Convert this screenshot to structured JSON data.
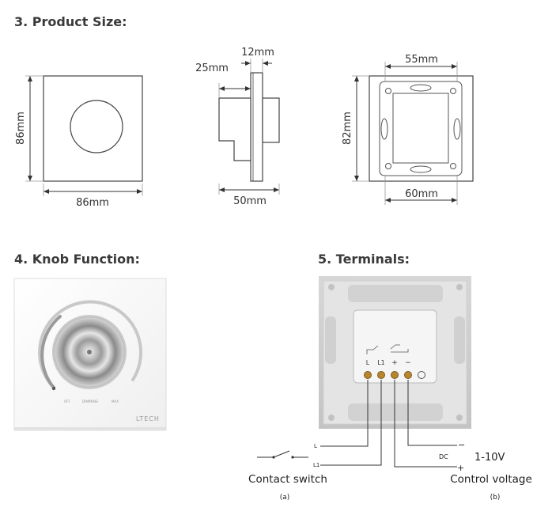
{
  "sections": {
    "product_size": "3. Product Size:",
    "knob_function": "4. Knob Function:",
    "terminals": "5. Terminals:"
  },
  "front_view": {
    "height": "86mm",
    "width": "86mm"
  },
  "side_view": {
    "depth_back": "25mm",
    "depth_plate": "12mm",
    "width": "50mm"
  },
  "back_view": {
    "top_width": "55mm",
    "height": "82mm",
    "bottom_width": "60mm"
  },
  "knob_panel": {
    "off": "OFF",
    "dimming": "DIMMING",
    "max": "MAX",
    "brand": "LTECH"
  },
  "terminal_block": {
    "t_l": "L",
    "t_l1": "L1",
    "t_plus": "+",
    "t_minus": "−"
  },
  "wiring": {
    "wire_l": "L",
    "wire_l1": "L1",
    "dc": "DC",
    "dc_minus": "−",
    "dc_plus": "+",
    "voltage": "1-10V",
    "contact_switch": "Contact switch",
    "control_voltage": "Control voltage",
    "note_a": "(a)",
    "note_b": "(b)"
  }
}
